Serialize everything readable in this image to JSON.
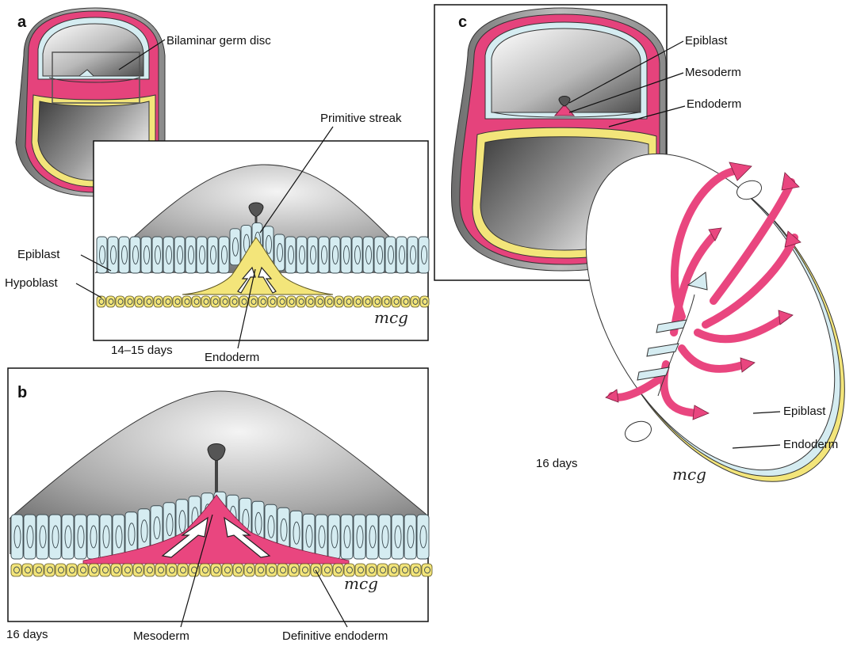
{
  "panels": {
    "a": {
      "letter": "a",
      "labels": {
        "bilaminar": "Bilaminar germ disc",
        "primitive_streak": "Primitive streak",
        "epiblast": "Epiblast",
        "hypoblast": "Hypoblast",
        "endoderm": "Endoderm",
        "age": "14–15 days"
      }
    },
    "b": {
      "letter": "b",
      "labels": {
        "mesoderm": "Mesoderm",
        "definitive_endoderm": "Definitive endoderm",
        "age": "16 days"
      }
    },
    "c": {
      "letter": "c",
      "labels": {
        "epiblast": "Epiblast",
        "mesoderm": "Mesoderm",
        "endoderm": "Endoderm",
        "disc_epiblast": "Epiblast",
        "disc_endoderm": "Endoderm",
        "age": "16 days"
      }
    }
  },
  "signature": "mcg",
  "colors": {
    "epiblast": "#d5ecf1",
    "endoderm": "#f3e57a",
    "mesoderm": "#e9467f",
    "trophoblast": "#e5437c",
    "shading": "#7a7a7a"
  }
}
